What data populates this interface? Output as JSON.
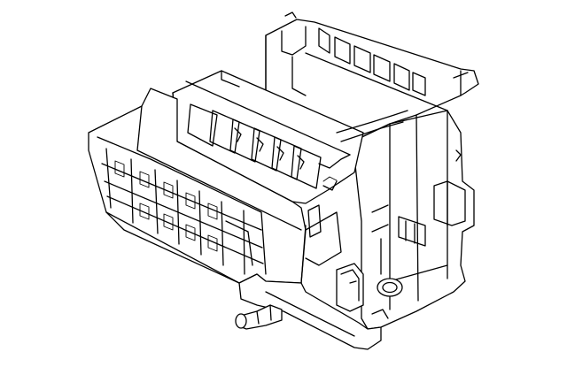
{
  "diagram": {
    "kind": "exploded-part-line-drawing",
    "background": "#ffffff",
    "stroke_color": "#000000",
    "components": [
      "housing-left-section",
      "vent-louvers",
      "housing-right-section",
      "mounting-tab",
      "drain-nozzle",
      "circular-port"
    ]
  }
}
